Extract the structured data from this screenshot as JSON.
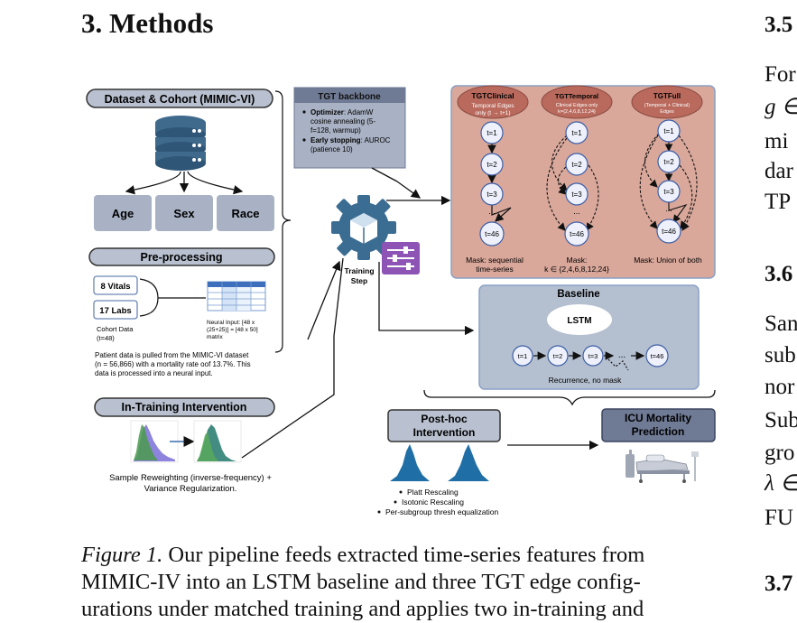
{
  "section_heading": "3. Methods",
  "right_column": {
    "h35": "3.5",
    "lines1": [
      "For",
      "g ∈",
      "mi",
      "dar",
      "TP"
    ],
    "h36": "3.6",
    "lines2": [
      "San",
      "sub",
      "nor",
      "Sub",
      "gro",
      "λ ∈",
      "FU"
    ],
    "h37": "3.7"
  },
  "figure": {
    "dataset_title": "Dataset & Cohort (MIMIC-VI)",
    "cohort_boxes": [
      "Age",
      "Sex",
      "Race"
    ],
    "preproc_title": "Pre-processing",
    "vitals": "8 Vitals",
    "labs": "17 Labs",
    "cohort_data": [
      "Cohort Data",
      "(t=48)"
    ],
    "neural_input": [
      "Neural Input: [48 x",
      "(25+25)] = [48 x 50]",
      "matrix"
    ],
    "patient_note": [
      "Patient data is pulled from the MIMIC-VI dataset",
      "(n = 56,866) with a mortality rate oof 13.7%. This",
      "data is processed into a neural input."
    ],
    "intervention_title": "In-Training Intervention",
    "reweight_caption": [
      "Sample Reweighting (inverse-frequency) +",
      "Variance Regularization."
    ],
    "tgt_title": "TGT backbone",
    "tgt_opt_label": "Optimizer",
    "tgt_opt_text": [
      ": AdamW",
      "cosine annealing (5-",
      "f=128, warmup)"
    ],
    "tgt_stop_label": "Early stopping",
    "tgt_stop_text": [
      ": AUROC",
      "(patience 10)"
    ],
    "training_step": [
      "Training",
      "Step"
    ],
    "variants": [
      {
        "name": "TGTClinical",
        "sub": [
          "Temporal Edges",
          "only (t → t+1)"
        ],
        "mask": [
          "Mask: sequential",
          "time-series"
        ]
      },
      {
        "name": "TGTTemporal",
        "sub": [
          "Clinical Edges only",
          "k={2,4,6,8,12,24}"
        ],
        "mask": [
          "Mask:",
          "k ∈ {2,4,6,8,12,24}"
        ]
      },
      {
        "name": "TGTFull",
        "sub": [
          "(Temporal + Clinical)",
          "Edges"
        ],
        "mask": [
          "Mask: Union of both"
        ]
      }
    ],
    "nodes": [
      "t=1",
      "t=2",
      "t=3",
      "t=46"
    ],
    "ellipsis": "...",
    "baseline_title": "Baseline",
    "lstm": "LSTM",
    "recurrence": "Recurrence, no mask",
    "posthoc_title": [
      "Post-hoc",
      "Intervention"
    ],
    "posthoc_items": [
      "Platt Rescaling",
      "Isotonic Rescaling",
      "Per-subgroup thresh equalization"
    ],
    "icu_title": [
      "ICU Mortality",
      "Prediction"
    ],
    "colors": {
      "pill": "#b9c1d0",
      "slate": "#6f7a94",
      "variant_panel": "#d9a89b",
      "variant_title": "#b96a5d",
      "baseline_panel": "#b4bfcf",
      "gear": "#3b6d92",
      "filter": "#8d54b6"
    }
  },
  "caption": {
    "label": "Figure 1.",
    "lines": [
      " Our pipeline feeds extracted time-series features from",
      "MIMIC-IV into an LSTM baseline and three TGT edge config-",
      "urations under matched training and applies two in-training and"
    ]
  }
}
